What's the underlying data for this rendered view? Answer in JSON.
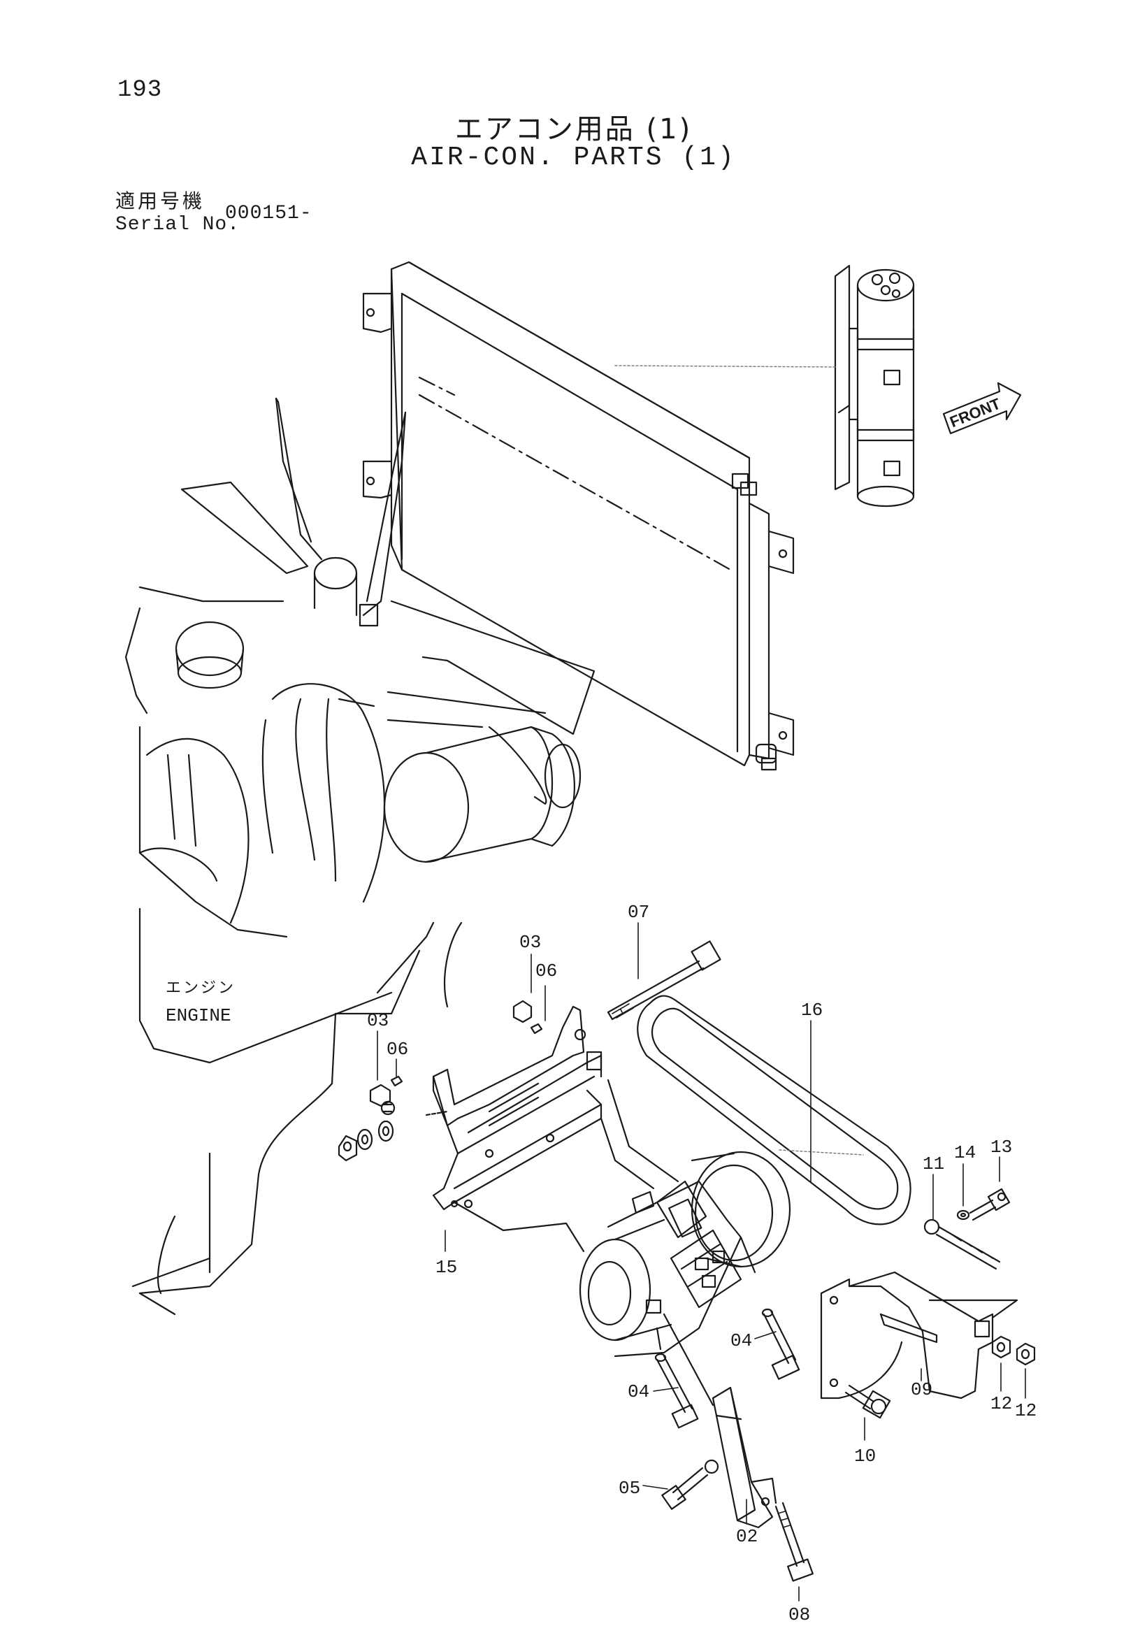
{
  "page_number": "193",
  "title_jp": "エアコン用品 (1)",
  "title_en": "AIR-CON. PARTS (1)",
  "serial": {
    "label_jp": "適用号機",
    "label_en": "Serial No.",
    "value": "000151-"
  },
  "engine_label": {
    "jp": "エンジン",
    "en": "ENGINE"
  },
  "front_label": "FRONT",
  "callouts": {
    "p02": "02",
    "p03a": "03",
    "p03b": "03",
    "p04a": "04",
    "p04b": "04",
    "p05": "05",
    "p06a": "06",
    "p06b": "06",
    "p07": "07",
    "p08": "08",
    "p09": "09",
    "p10": "10",
    "p11": "11",
    "p12a": "12",
    "p12b": "12",
    "p13": "13",
    "p14": "14",
    "p15": "15",
    "p16": "16"
  }
}
